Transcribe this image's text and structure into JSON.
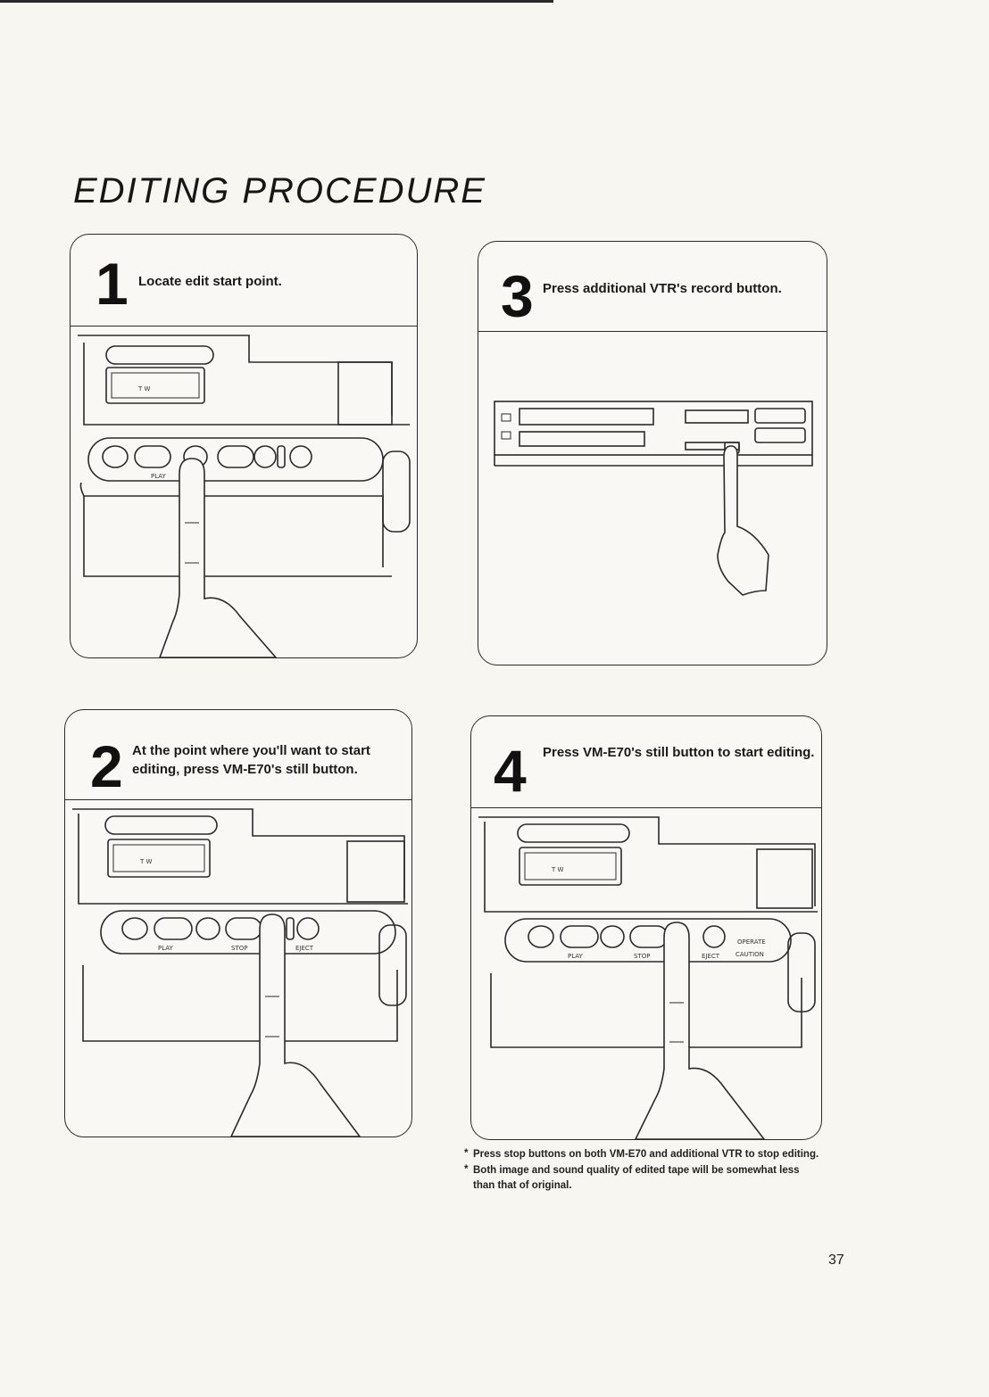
{
  "title": "EDITING PROCEDURE",
  "steps": [
    {
      "number": "1",
      "text": "Locate edit start point.",
      "panel_labels": [
        "PLAY"
      ]
    },
    {
      "number": "2",
      "text": "At the point where you'll want to start editing, press VM-E70's still button.",
      "panel_labels": [
        "PLAY",
        "STOP",
        "EJECT"
      ]
    },
    {
      "number": "3",
      "text": "Press additional VTR's record button."
    },
    {
      "number": "4",
      "text": "Press VM-E70's still button to start editing.",
      "panel_labels": [
        "PLAY",
        "STOP",
        "EJECT",
        "OPERATE",
        "CAUTION"
      ]
    }
  ],
  "viewfinder_text": "T W",
  "notes": [
    "Press stop buttons on both VM-E70 and additional VTR to stop editing.",
    "Both image and sound quality of edited tape will be somewhat less than that of original."
  ],
  "page_number": "37",
  "icons": [
    "camera-panel-illustration",
    "vtr-deck-illustration",
    "pressing-finger-icon"
  ]
}
